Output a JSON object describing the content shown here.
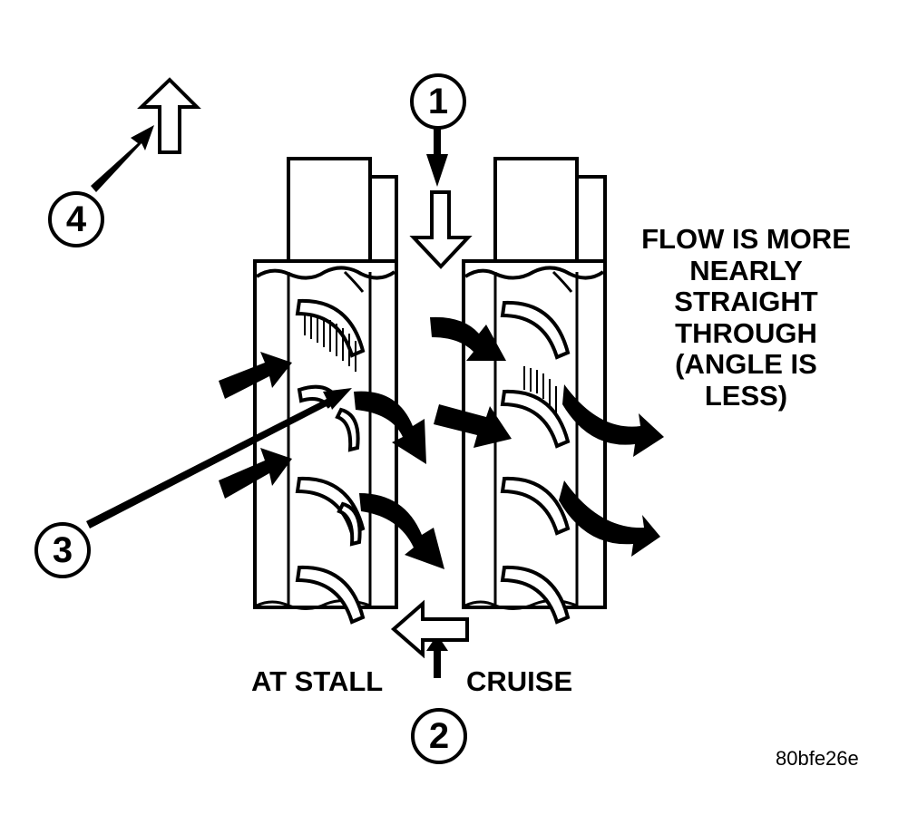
{
  "callouts": {
    "c1": "1",
    "c2": "2",
    "c3": "3",
    "c4": "4"
  },
  "flow_note": "FLOW IS MORE NEARLY STRAIGHT THROUGH (ANGLE IS LESS)",
  "stall_label": "AT STALL",
  "cruise_label": "CRUISE",
  "figure_code": "80bfe26e",
  "colors": {
    "ink": "#000000",
    "paper": "#ffffff"
  }
}
